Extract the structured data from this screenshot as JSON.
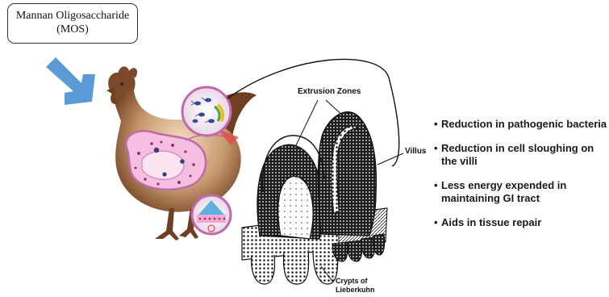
{
  "title": {
    "line1": "Mannan Oligosaccharide",
    "line2": "(MOS)"
  },
  "labels": {
    "extrusion_zones": "Extrusion Zones",
    "villus": "Villus",
    "crypts_line1": "Crypts of",
    "crypts_line2": "Lieberkuhn"
  },
  "benefits": [
    "Reduction in pathogenic bacteria",
    "Reduction in cell sloughing on the villi",
    "Less energy expended in maintaining GI tract",
    "Aids in tissue repair"
  ],
  "colors": {
    "arrow": "#5b9bd5",
    "chicken_body": "#7a4a2a",
    "chicken_light": "#e8c9a0",
    "gut": "#f2b3d6",
    "magnifier_ring": "#c06aa8",
    "villus_dark": "#2a2a2a"
  }
}
